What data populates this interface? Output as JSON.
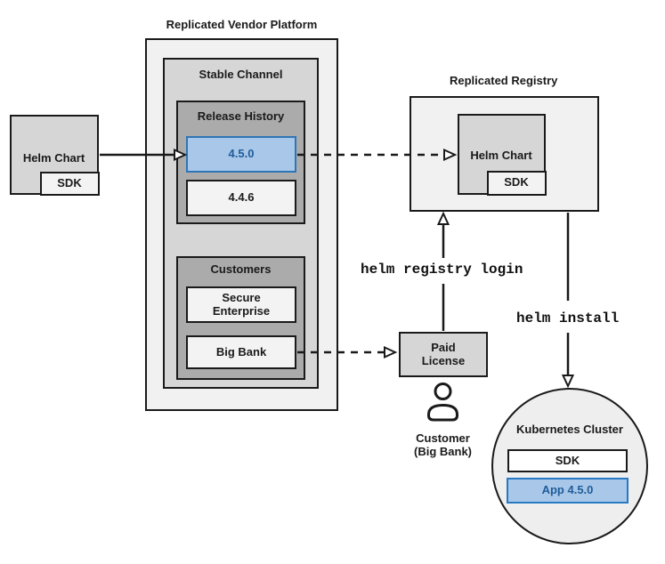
{
  "titles": {
    "platform": "Replicated Vendor Platform",
    "registry": "Replicated Registry",
    "cluster": "Kubernetes Cluster"
  },
  "platform": {
    "stable_channel": "Stable Channel",
    "release_history": "Release History",
    "releases": [
      {
        "version": "4.5.0",
        "highlighted": true
      },
      {
        "version": "4.4.6",
        "highlighted": false
      }
    ],
    "customers_title": "Customers",
    "customers": [
      "Secure Enterprise",
      "Big Bank"
    ]
  },
  "vendor_helm_chart": {
    "label": "Helm Chart",
    "sdk_label": "SDK"
  },
  "registry_contents": {
    "helm_chart": "Helm Chart",
    "sdk_label": "SDK"
  },
  "license": {
    "label": "Paid License"
  },
  "actor": {
    "name": "Customer",
    "detail": "(Big Bank)"
  },
  "commands": {
    "login": "helm registry login",
    "install": "helm install"
  },
  "cluster_contents": {
    "sdk_label": "SDK",
    "app_label": "App 4.5.0"
  },
  "colors": {
    "highlight_fill": "#a9c8e9",
    "highlight_border": "#2e75b6",
    "highlight_text": "#1f5c99",
    "box_border": "#1a1a1a",
    "gray_outer": "#f1f1f1",
    "gray_mid": "#d6d6d6",
    "gray_dark": "#ababab"
  }
}
